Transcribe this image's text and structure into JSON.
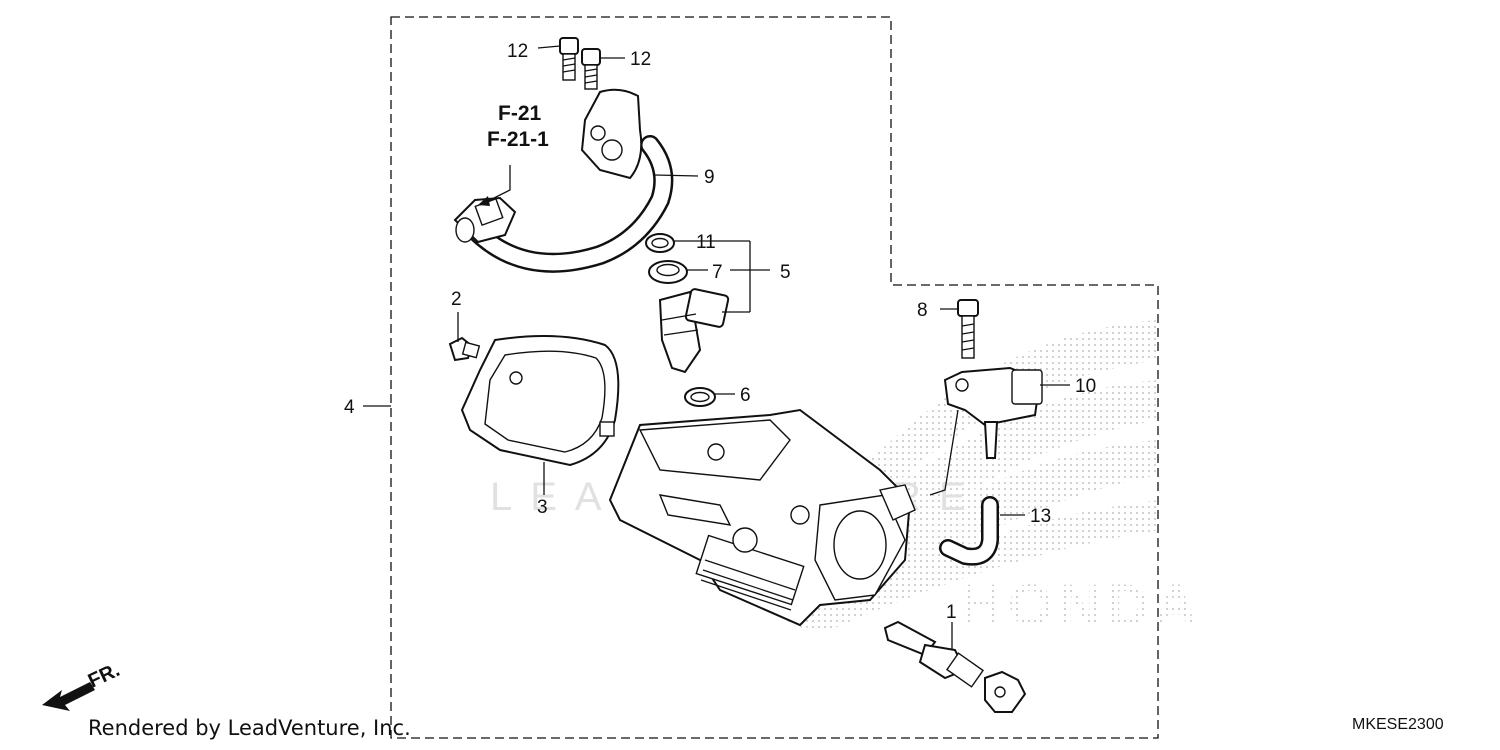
{
  "callouts": {
    "c1": "1",
    "c2": "2",
    "c3": "3",
    "c4": "4",
    "c5": "5",
    "c6": "6",
    "c7": "7",
    "c8": "8",
    "c9": "9",
    "c10": "10",
    "c11": "11",
    "c12a": "12",
    "c12b": "12",
    "c13": "13"
  },
  "references": {
    "ref1": "F-21",
    "ref2": "F-21-1"
  },
  "front_marker": "FR.",
  "footer": {
    "credit": "Rendered by LeadVenture, Inc.",
    "diagram_code": "MKESE2300"
  },
  "colors": {
    "line": "#111111",
    "watermark": "#bbbbbb"
  }
}
